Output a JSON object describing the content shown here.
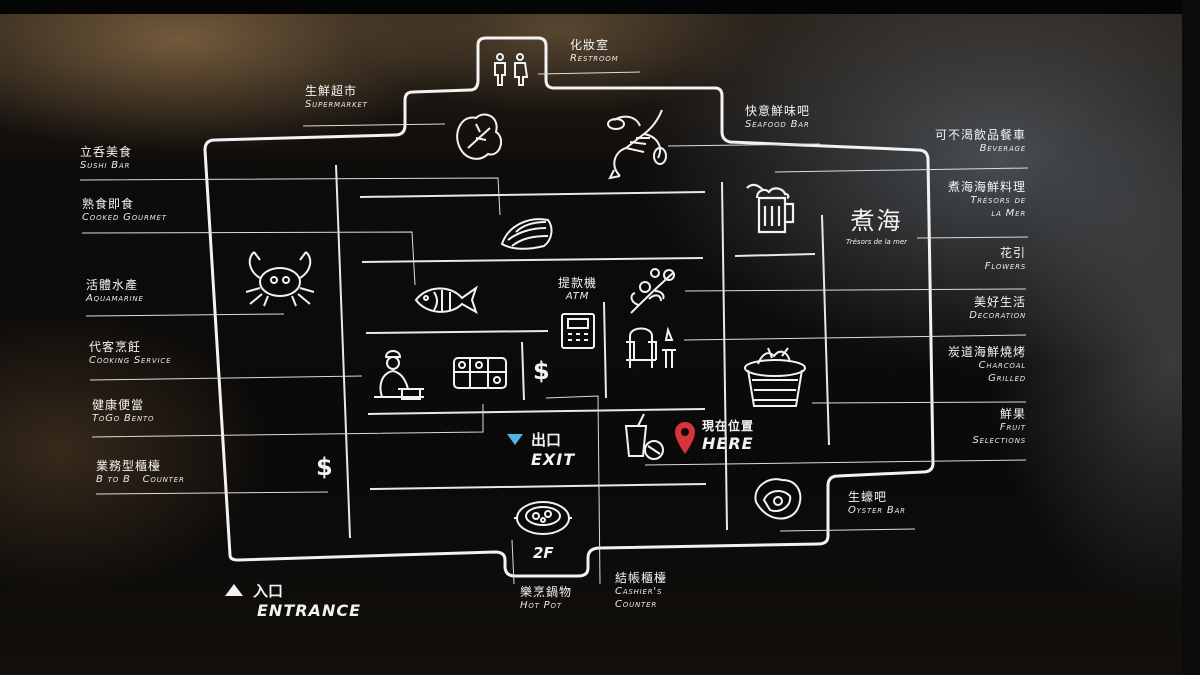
{
  "labels": {
    "restroom": {
      "zh": "化妝室",
      "en": "Restroom"
    },
    "supermarket": {
      "zh": "生鮮超市",
      "en": "Supermarket"
    },
    "seafood_bar": {
      "zh": "快意鮮味吧",
      "en": "Seafood Bar"
    },
    "beverage": {
      "zh": "可不渴飲品餐車",
      "en": "Beverage"
    },
    "sushi_bar": {
      "zh": "立呑美食",
      "en": "Sushi Bar"
    },
    "cooked_gourmet": {
      "zh": "熟食即食",
      "en": "Cooked Gourmet"
    },
    "tresors": {
      "zh": "煮海海鮮料理",
      "en1": "Trésors de",
      "en2": "la Mer"
    },
    "flowers": {
      "zh": "花引",
      "en": "Flowers"
    },
    "aquamarine": {
      "zh": "活體水產",
      "en": "Aquamarine"
    },
    "decoration": {
      "zh": "美好生活",
      "en": "Decoration"
    },
    "cooking_service": {
      "zh": "代客烹飪",
      "en": "Cooking Service"
    },
    "charcoal": {
      "zh": "炭道海鮮燒烤",
      "en1": "Charcoal",
      "en2": "Grilled"
    },
    "togo_bento": {
      "zh": "健康便當",
      "en": "ToGo Bento"
    },
    "fruit": {
      "zh": "鮮果",
      "en1": "Fruit",
      "en2": "Selections"
    },
    "b2b_counter": {
      "zh": "業務型櫃檯",
      "en": "B to B   Counter"
    },
    "oyster_bar": {
      "zh": "生蠔吧",
      "en": "Oyster Bar"
    },
    "atm": {
      "zh": "提款機",
      "en": "ATM"
    },
    "exit": {
      "zh": "出口",
      "en": "EXIT"
    },
    "here": {
      "zh": "現在位置",
      "en": "HERE"
    },
    "entrance": {
      "zh": "入口",
      "en": "ENTRANCE"
    },
    "floor": "2F",
    "hot_pot": {
      "zh": "樂烹鍋物",
      "en": "Hot Pot"
    },
    "cashier": {
      "zh": "結帳櫃檯",
      "en1": "Cashier's",
      "en2": "Counter"
    },
    "dollar": "$",
    "brand_logo": {
      "zh": "煮海",
      "en": "Trésors de la mer"
    }
  },
  "icons": [
    "restroom-icon",
    "vegetable-icon",
    "lobster-icon",
    "beer-mug-icon",
    "sushi-icon",
    "crab-icon",
    "fish-icon",
    "atm-icon",
    "flower-icon",
    "armchair-icon",
    "chef-icon",
    "bento-icon",
    "dollar-icon",
    "drink-icon",
    "location-pin-icon",
    "grill-basket-icon",
    "oyster-icon",
    "hot-pot-icon"
  ],
  "colors": {
    "line": "#f2f2f2",
    "pin": "#d8333a",
    "exit_arrow": "#4ab8e8",
    "board": "#0d0b09"
  }
}
